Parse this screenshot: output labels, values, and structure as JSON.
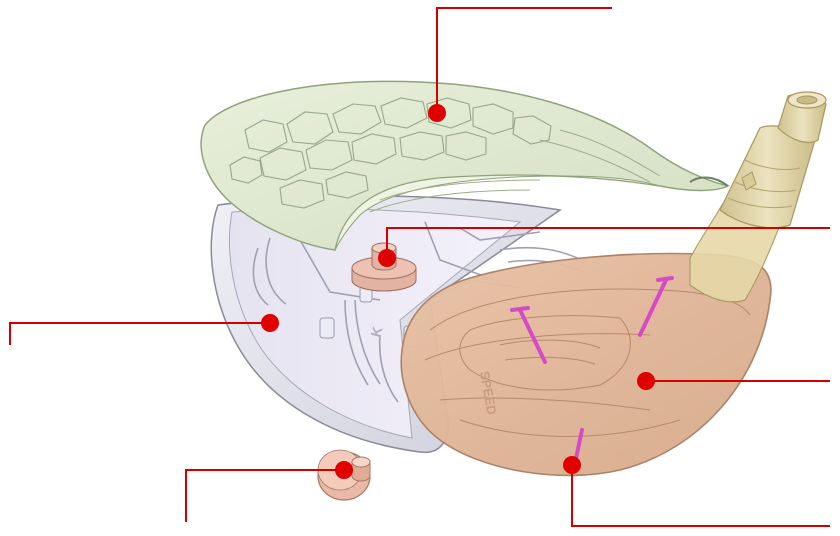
{
  "diagram": {
    "subject": "golf-driver-head-exploded-view",
    "labels": [],
    "colors": {
      "crown": "#dfe8cf",
      "crown_edge": "#8fa37a",
      "body": "#e3e3ec",
      "body_edge": "#8a8a98",
      "face": "#e0b596",
      "face_edge": "#a97e62",
      "hosel": "#ddd2a8",
      "weight": "#eab9a6",
      "leader": "#d40000",
      "marker": "#e00000",
      "ribs": "#d64ac8"
    },
    "callouts": [
      {
        "id": "crown"
      },
      {
        "id": "internal-weight-port"
      },
      {
        "id": "body-shell"
      },
      {
        "id": "face-insert-center"
      },
      {
        "id": "face-insert-lower"
      },
      {
        "id": "removable-weight"
      }
    ]
  }
}
